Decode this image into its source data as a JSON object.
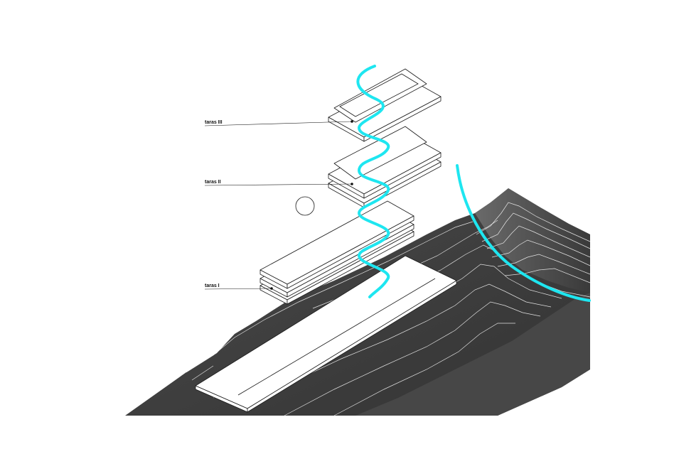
{
  "labels": {
    "terrace_1": "taras I",
    "terrace_2": "taras II",
    "terrace_3": "taras III"
  },
  "colors": {
    "terrain": "#3f3f3f",
    "terrain_light": "#5a5a5a",
    "accent": "#1ee6f0",
    "linework": "#1a1a1a",
    "background": "#ffffff"
  }
}
